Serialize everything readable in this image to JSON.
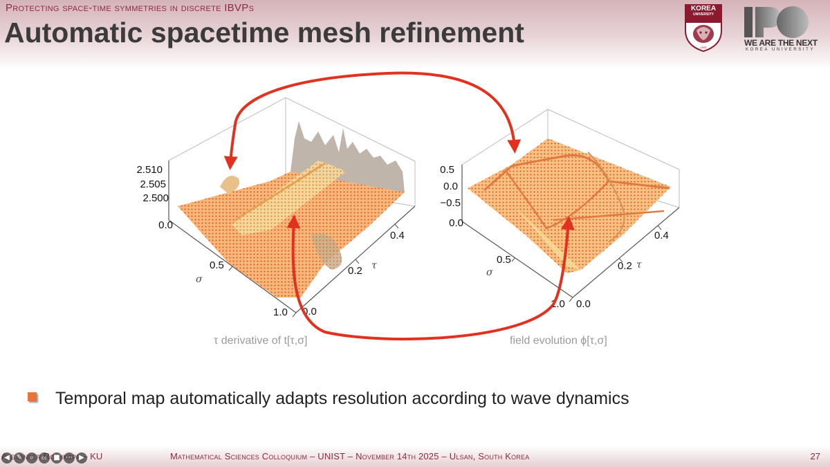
{
  "slide": {
    "subtitle": "Protecting space-time symmetries in discrete IBVPs",
    "title": "Automatic spacetime mesh refinement",
    "bullet": "Temporal map automatically adapts resolution according to wave dynamics",
    "page_number": "27"
  },
  "logos": {
    "korea_university": {
      "line1": "KOREA",
      "line2": "UNIVERSITY",
      "year": "1905",
      "icon": "tiger-crest-icon",
      "color": "#8b1a2e"
    },
    "slogan": {
      "text": "WE ARE THE NEXT",
      "sub": "KOREA UNIVERSITY"
    }
  },
  "plots": {
    "left": {
      "caption": "τ derivative of t[τ,σ]",
      "z_ticks": [
        "2.510",
        "2.505",
        "2.500",
        "0.0"
      ],
      "sigma_ticks": [
        "0.5",
        "1.0"
      ],
      "tau_ticks": [
        "0.4",
        "0.2",
        "0.0"
      ],
      "sigma_label": "σ",
      "tau_label": "τ"
    },
    "right": {
      "caption": "field evolution ϕ[τ,σ]",
      "z_ticks": [
        "0.5",
        "0.0",
        "−0.5",
        "0.0"
      ],
      "sigma_ticks": [
        "0.5",
        "1.0"
      ],
      "tau_ticks": [
        "0.4",
        "0.2",
        "0.0"
      ],
      "sigma_label": "σ",
      "tau_label": "τ"
    }
  },
  "footer": {
    "author": "Alexander Rothkopf – KU",
    "event": "Mathematical Sciences Colloquium – UNIST – November 14th 2025 – Ulsan, South Korea"
  },
  "nav_icons": [
    "arrow-left-icon",
    "pen-icon",
    "zoom-icon",
    "captions-icon",
    "video-icon",
    "more-icon",
    "arrow-right-icon"
  ],
  "colors": {
    "accent": "#8c2b3e",
    "arrow": "#e0321f",
    "surface": "#f6b26b",
    "points": "#d6402a",
    "bullet": "#e87438"
  }
}
